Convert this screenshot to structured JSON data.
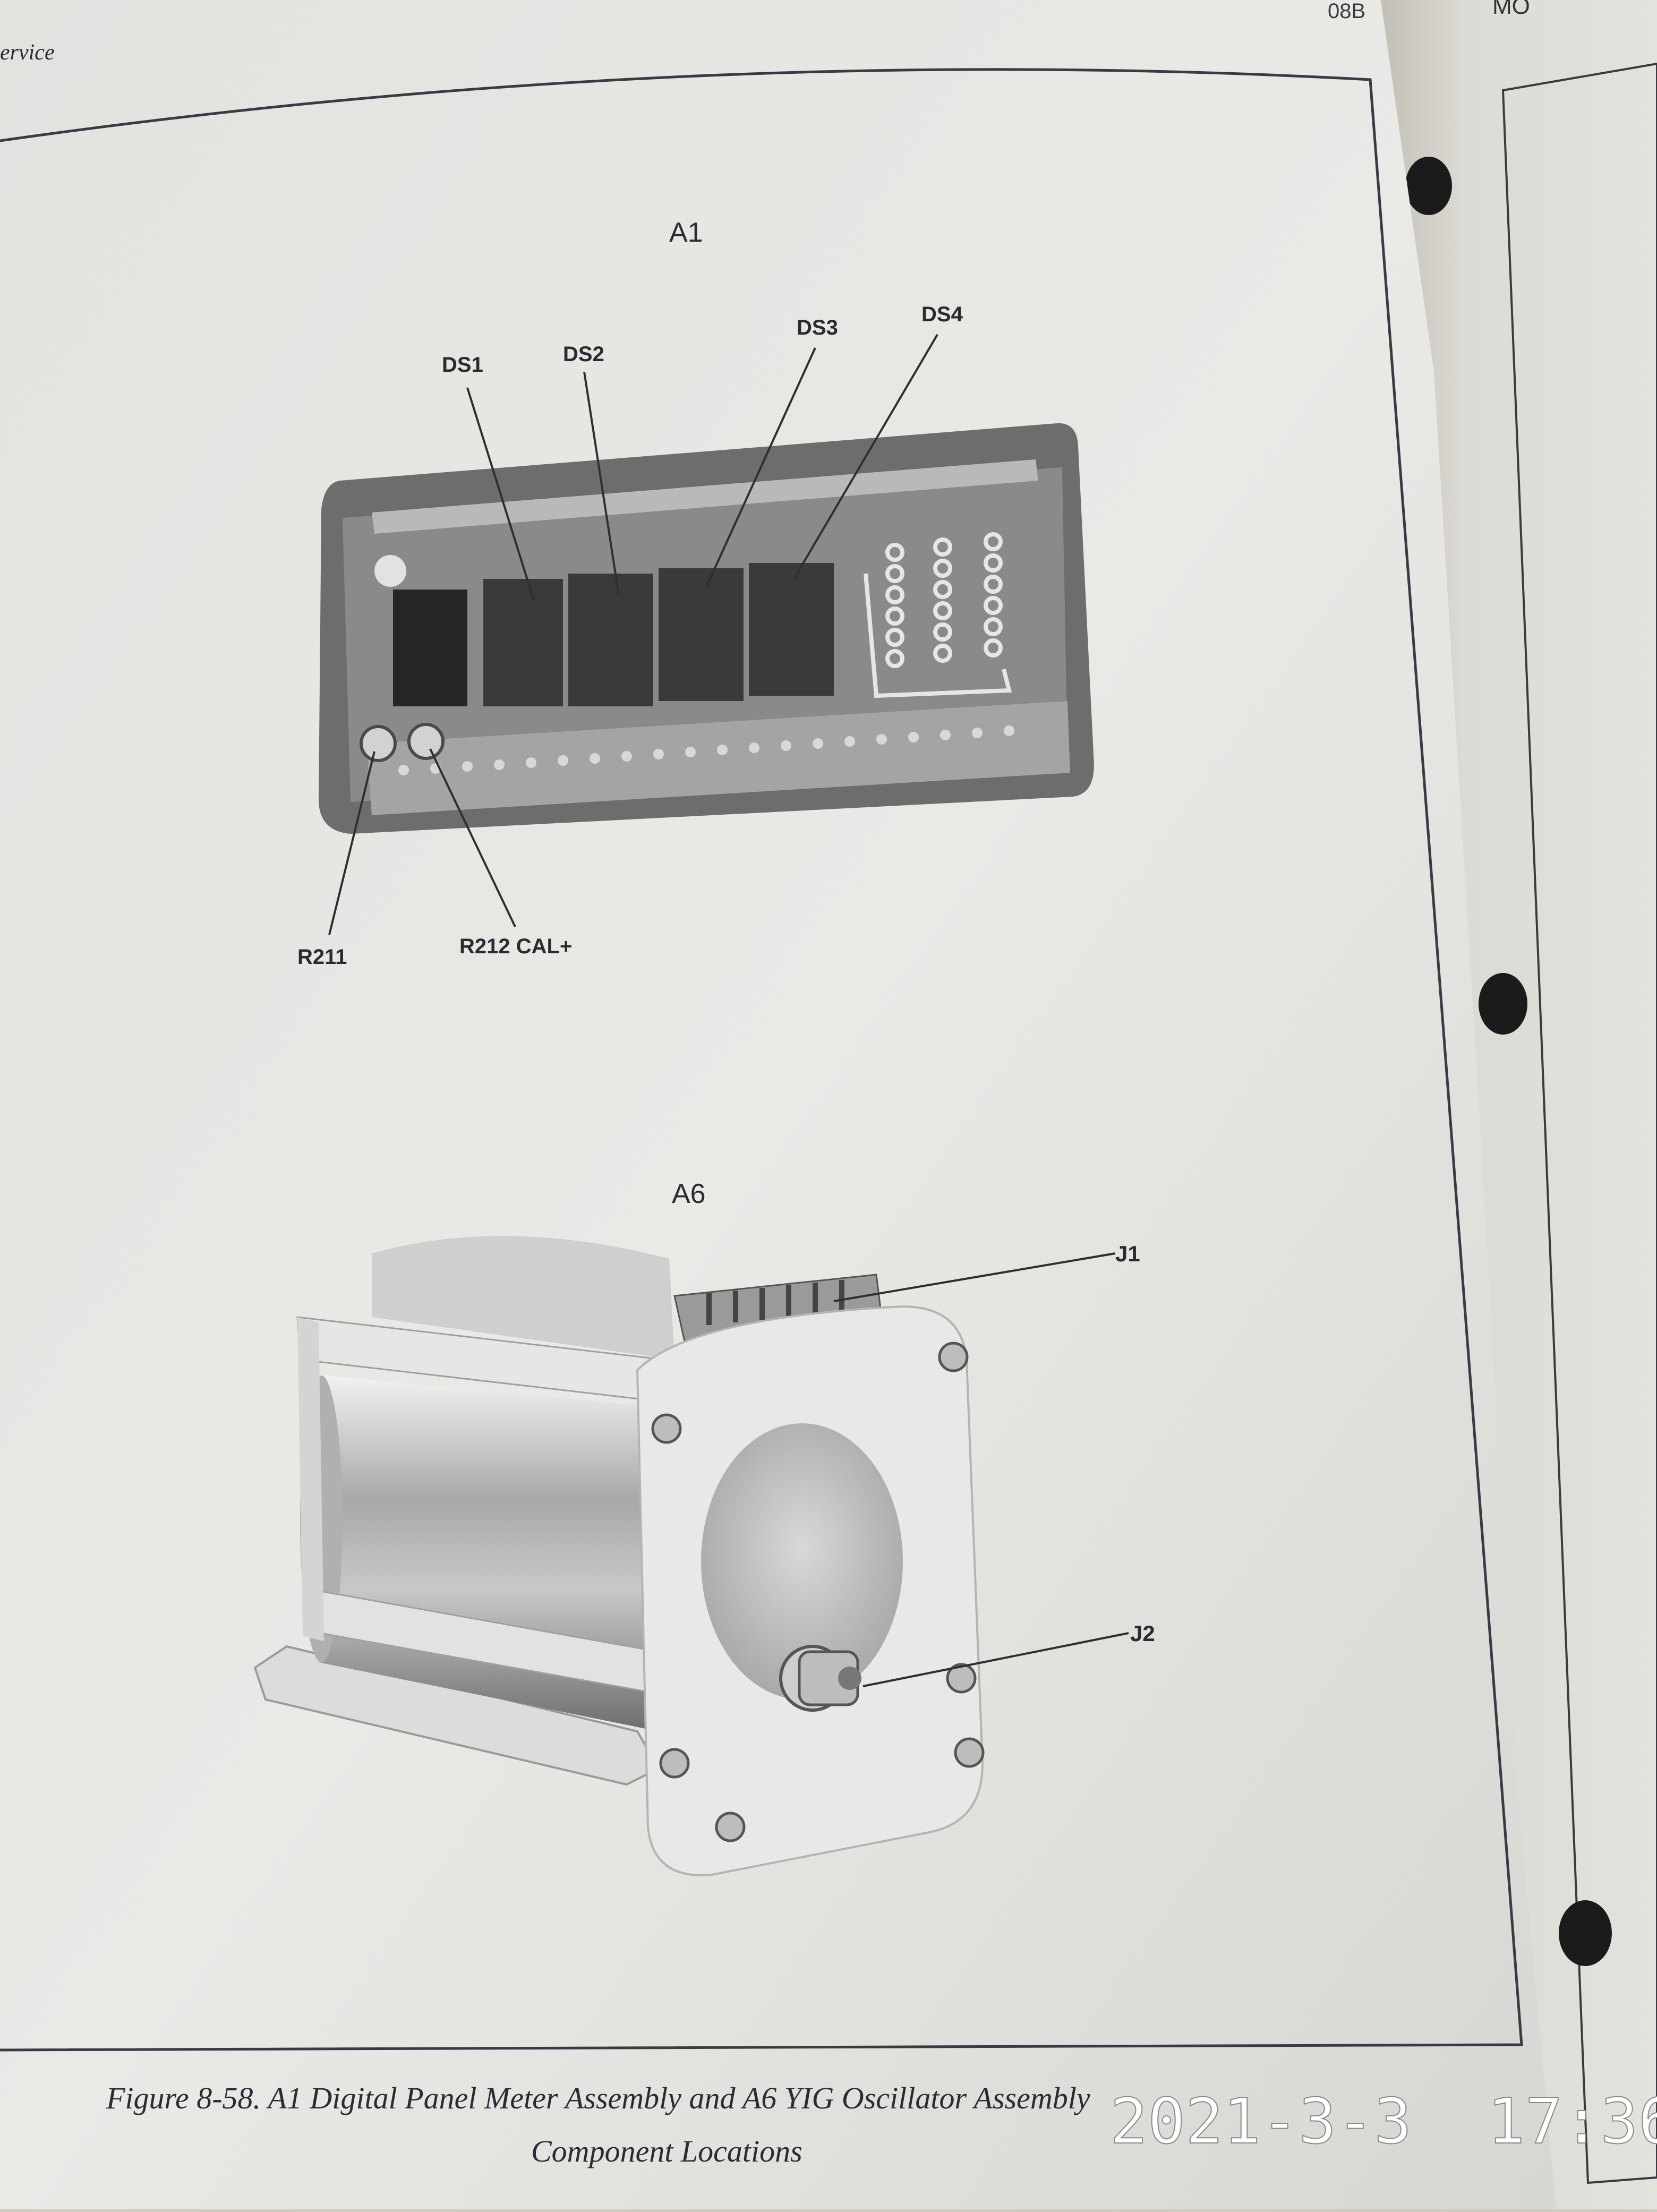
{
  "page": {
    "header_left": "ervice",
    "header_right_fragment": "08B",
    "next_page_fragment": "MO"
  },
  "figure_a1": {
    "title": "A1",
    "callouts": [
      "DS1",
      "DS2",
      "DS3",
      "DS4",
      "R211",
      "R212 CAL+"
    ]
  },
  "figure_a6": {
    "title": "A6",
    "callouts": [
      "J1",
      "J2"
    ]
  },
  "caption": {
    "line1": "Figure 8-58.  A1 Digital Panel Meter Assembly and A6 YIG Oscillator Assembly",
    "line2": "Component Locations"
  },
  "timestamp": "2021-3-3  17:36"
}
